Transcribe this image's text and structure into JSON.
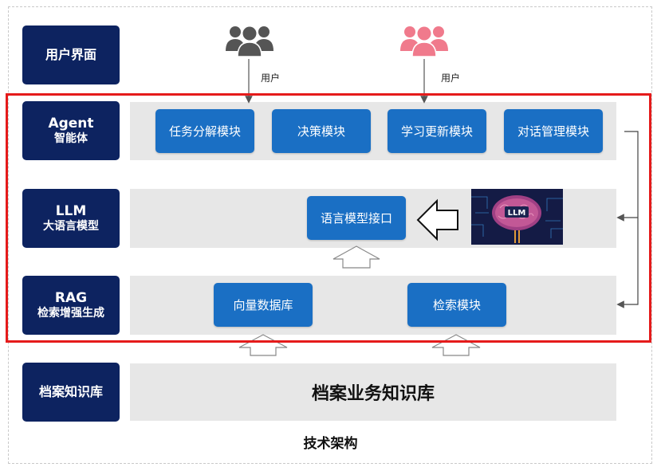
{
  "layers": [
    {
      "id": "ui",
      "line1": "用户界面",
      "line2": ""
    },
    {
      "id": "agent",
      "line1": "Agent",
      "line2": "智能体"
    },
    {
      "id": "llm",
      "line1": "LLM",
      "line2": "大语言模型"
    },
    {
      "id": "rag",
      "line1": "RAG",
      "line2": "检索增强生成"
    },
    {
      "id": "kb",
      "line1": "档案知识库",
      "line2": ""
    }
  ],
  "users": [
    {
      "label": "用户",
      "icon": "users-icon",
      "color": "#555555"
    },
    {
      "label": "用户",
      "icon": "users-icon",
      "color": "#f07a8c"
    }
  ],
  "agent_modules": [
    "任务分解模块",
    "决策模块",
    "学习更新模块",
    "对话管理模块"
  ],
  "llm_module": "语言模型接口",
  "brain_label": "LLM",
  "rag_modules": [
    "向量数据库",
    "检索模块"
  ],
  "kb_title": "档案业务知识库",
  "footer": "技术架构",
  "colors": {
    "layer_label_bg": "#0d2360",
    "module_bg": "#1a6fc4",
    "band_bg": "#e7e7e7",
    "highlight_frame": "#e51b1b"
  }
}
